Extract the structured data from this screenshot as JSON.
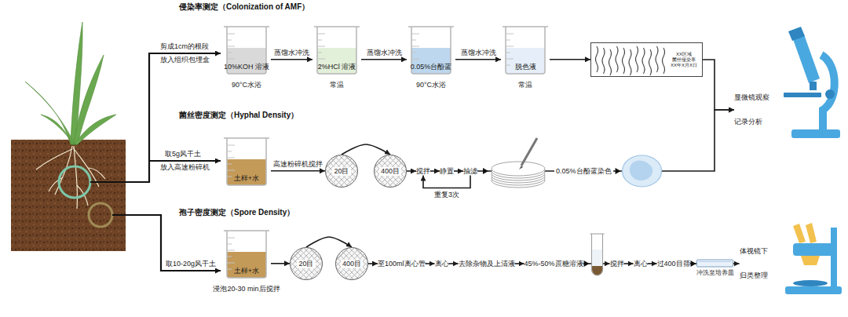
{
  "diagram": {
    "nodes": [
      {
        "text": [
          "10%KOH 溶液",
          "90°C水浴"
        ]
      },
      {
        "text": [
          "2%HCl 溶液",
          "常温"
        ]
      },
      {
        "text": [
          "0.05%台酚蓝",
          "90°C水浴"
        ]
      },
      {
        "text": [
          "脱色液",
          "常温"
        ]
      },
      {
        "text": [
          "XX区域 菌丝侵染率 XX年X月X日"
        ]
      },
      {
        "text": [
          "显微镜观察",
          "记录分析"
        ]
      },
      {
        "text": [
          "土样+水"
        ]
      },
      {
        "text": [
          "20目"
        ]
      },
      {
        "text": [
          "400目"
        ]
      },
      {
        "text": [
          "搅拌"
        ]
      },
      {
        "text": [
          "静置"
        ]
      },
      {
        "text": [
          "抽滤"
        ]
      },
      {
        "text": [
          "土样+水",
          "浸泡20-30 min后搅拌"
        ]
      },
      {
        "text": [
          "20目"
        ]
      },
      {
        "text": [
          "400目"
        ]
      },
      {
        "text": [
          "至100ml离心管"
        ]
      },
      {
        "text": [
          "离心"
        ]
      },
      {
        "text": [
          "去除杂物及上清液"
        ]
      },
      {
        "text": [
          "45%-50%蔗糖溶液"
        ]
      },
      {
        "text": [
          "搅拌"
        ]
      },
      {
        "text": [
          "离心"
        ]
      },
      {
        "text": [
          "过400目筛"
        ]
      },
      {
        "text": [
          "体视镜下",
          "归类整理"
        ]
      }
    ],
    "edges": [
      {
        "from": 0,
        "to": 1,
        "label": "蒸馏水冲洗",
        "arrow": "to"
      },
      {
        "from": 1,
        "to": 2,
        "label": "蒸馏水冲洗",
        "arrow": "to"
      },
      {
        "from": 2,
        "to": 3,
        "label": "蒸馏水冲洗",
        "arrow": "to"
      },
      {
        "from": 3,
        "to": 4,
        "arrow": "to"
      },
      {
        "from": 4,
        "to": 5,
        "arrow": "to"
      },
      {
        "from": 6,
        "to": 7,
        "label": "高速粉碎机搅拌",
        "arrow": "to"
      },
      {
        "from": 7,
        "to": 8,
        "arrow": "to"
      },
      {
        "from": 8,
        "to": 9,
        "arrow": "to"
      },
      {
        "from": 9,
        "to": 10,
        "arrow": "to"
      },
      {
        "from": 10,
        "to": 11,
        "arrow": "to"
      },
      {
        "from": 11,
        "to": 9,
        "label": "重复3次",
        "arrow": "to"
      },
      {
        "from": 11,
        "to": 5,
        "label": "0.05%台酚蓝染色",
        "arrow": "to"
      },
      {
        "from": 12,
        "to": 13,
        "arrow": "to"
      },
      {
        "from": 13,
        "to": 14,
        "arrow": "to"
      },
      {
        "from": 14,
        "to": 15,
        "arrow": "to"
      },
      {
        "from": 15,
        "to": 16,
        "arrow": "to"
      },
      {
        "from": 16,
        "to": 17,
        "arrow": "to"
      },
      {
        "from": 17,
        "to": 18,
        "arrow": "to"
      },
      {
        "from": 18,
        "to": 19,
        "arrow": "to"
      },
      {
        "from": 19,
        "to": 20,
        "arrow": "to"
      },
      {
        "from": 20,
        "to": 21,
        "arrow": "to"
      },
      {
        "from": 21,
        "to": 22,
        "arrow": "to"
      }
    ],
    "labels": [
      "侵染率测定（Colonization of AMF）",
      "菌丝密度测定（Hyphal Density）",
      "孢子密度测定（Spore Density）",
      "剪成1cm的根段",
      "放入组织包埋盒",
      "取5g风干土",
      "放入高速粉碎机",
      "取10-20g风干土",
      "冲洗至培养皿"
    ]
  }
}
